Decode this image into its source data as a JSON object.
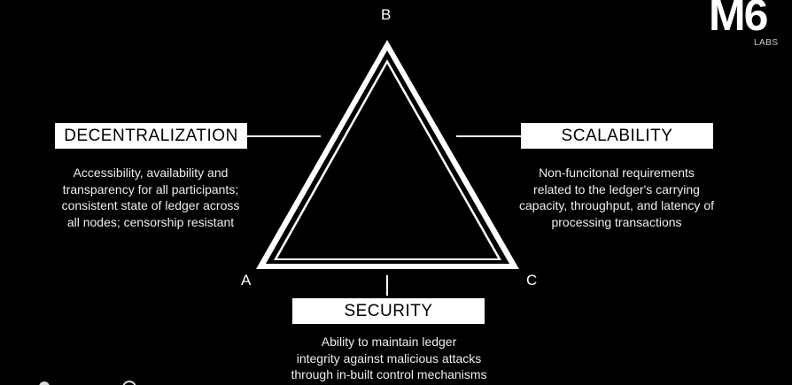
{
  "vertices": {
    "a": "A",
    "b": "B",
    "c": "C"
  },
  "decentralization": {
    "title": "DECENTRALIZATION",
    "lines": [
      "Accessibility, availability and",
      "transparency for all participants;",
      "consistent state of ledger across",
      "all nodes; censorship resistant"
    ]
  },
  "scalability": {
    "title": "SCALABILITY",
    "lines": [
      "Non-funcitonal requirements",
      "related to the ledger's carrying",
      "capacity, throughput, and latency of",
      "processing transactions"
    ]
  },
  "security": {
    "title": "SECURITY",
    "lines": [
      "Ability to maintain ledger",
      "integrity against malicious attacks",
      "through in-built control mechanisms"
    ]
  },
  "logo": {
    "mark": "M6",
    "sub": "LABS"
  }
}
